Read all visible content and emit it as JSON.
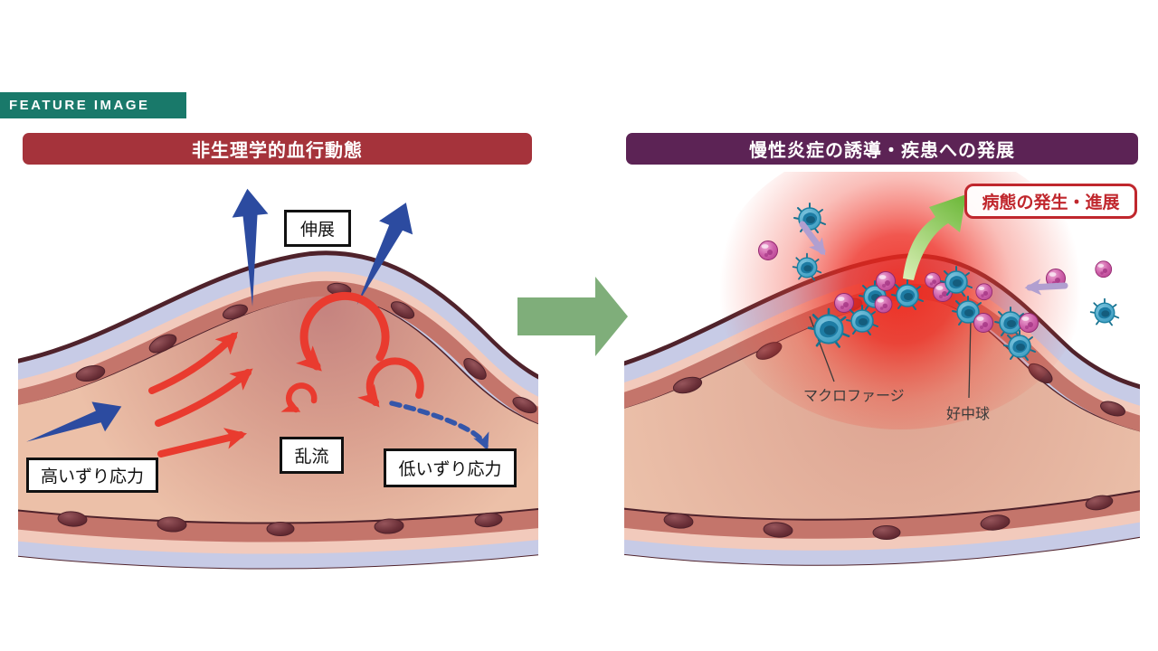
{
  "feature_tag": {
    "label": "FEATURE IMAGE"
  },
  "left_panel": {
    "header": "非生理学的血行動態",
    "stretch_label": "伸展",
    "high_shear_label": "高いずり応力",
    "turbulence_label": "乱流",
    "low_shear_label": "低いずり応力"
  },
  "right_panel": {
    "header": "慢性炎症の誘導・疾患への発展",
    "macrophage_label": "マクロファージ",
    "neutrophil_label": "好中球",
    "outcome_label": "病態の発生・進展"
  },
  "colors": {
    "feature_tag_bg": "#19796A",
    "left_header_bg": "#A5333B",
    "right_header_bg": "#5C2355",
    "flow_arrow_blue": "#2C4BA0",
    "turbulence_arrow_red": "#E93B2F",
    "transition_arrow_green": "#7FAE7A",
    "outcome_arrow_green": "#7CBE41",
    "cell_migration_arrow_lavender": "#B19FD0",
    "outcome_border_red": "#C0272D",
    "vessel_outer_lavender": "#C7CBE6",
    "vessel_media_pink": "#F2CABC",
    "vessel_endothelium_rose": "#C4756B",
    "vessel_outline": "#4F222B",
    "lumen_peach": "#ECC0A8",
    "lumen_disturbed_mauve": "#C5837F",
    "macrophage_blue": "#3396BD",
    "neutrophil_magenta": "#C554A2",
    "inflammation_glow_red": "#ED281E"
  }
}
